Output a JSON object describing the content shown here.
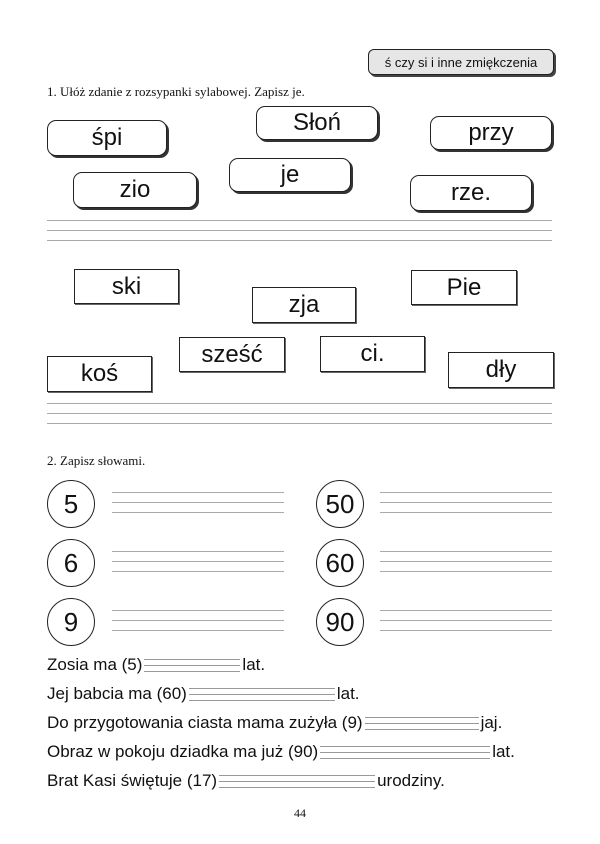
{
  "header": {
    "badge": "ś czy si i inne zmiękczenia"
  },
  "task1": {
    "instruction": "1. Ułóż zdanie z rozsypanki sylabowej. Zapisz je.",
    "set1": [
      "śpi",
      "Słoń",
      "przy",
      "zio",
      "je",
      "rze."
    ],
    "set2": [
      "ski",
      "Pie",
      "zja",
      "sześć",
      "ci.",
      "koś",
      "dły"
    ]
  },
  "task2": {
    "instruction": "2. Zapisz słowami.",
    "numbers": [
      "5",
      "50",
      "6",
      "60",
      "9",
      "90"
    ],
    "sentences": [
      {
        "before": "Zosia ma (5)",
        "after": "lat."
      },
      {
        "before": "Jej babcia ma (60)",
        "after": "lat."
      },
      {
        "before": "Do przygotowania ciasta mama zużyła (9)",
        "after": "jaj."
      },
      {
        "before": "Obraz w pokoju dziadka ma już (90)",
        "after": "lat."
      },
      {
        "before": "Brat Kasi świętuje (17)",
        "after": "urodziny."
      }
    ]
  },
  "page_number": "44"
}
